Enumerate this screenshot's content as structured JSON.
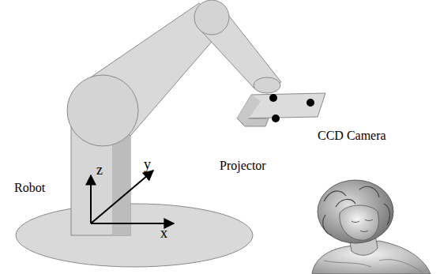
{
  "diagram": {
    "labels": [
      "CCD Camera",
      "Projector",
      "Robot",
      "z",
      "y",
      "x"
    ]
  }
}
